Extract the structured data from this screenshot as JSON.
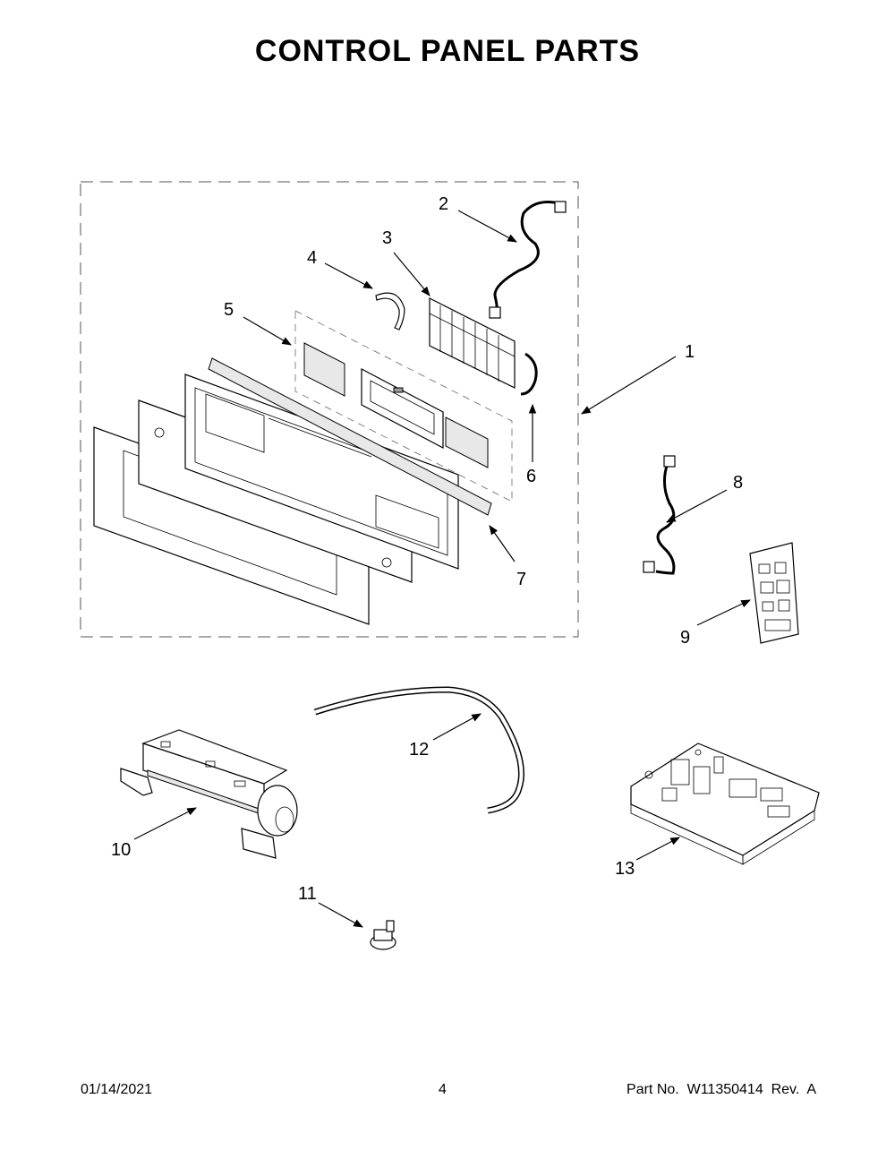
{
  "title": "CONTROL PANEL PARTS",
  "footer": {
    "date": "01/14/2021",
    "page": "4",
    "part_number": "Part No.  W11350414  Rev.  A"
  },
  "callouts": [
    "1",
    "2",
    "3",
    "4",
    "5",
    "6",
    "7",
    "8",
    "9",
    "10",
    "11",
    "12",
    "13"
  ]
}
